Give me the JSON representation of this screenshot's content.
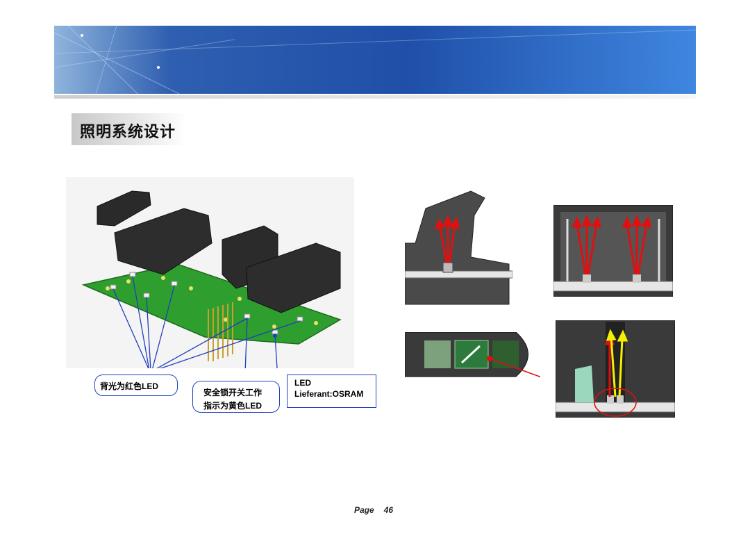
{
  "header": {
    "section_title": "照明系统设计"
  },
  "callouts": {
    "backlight": "背光为红色LED",
    "safety_line1": "安全锁开关工作",
    "safety_line2": "指示为黄色LED",
    "led_line1": "LED",
    "led_line2": "Lieferant:OSRAM"
  },
  "footer": {
    "page_label": "Page",
    "page_number": "46"
  },
  "colors": {
    "banner": "#1f4fa8",
    "pcb": "#2e9e2e",
    "arrow_red": "#e01010",
    "arrow_yellow": "#f5f000",
    "callout_border": "#1f3fbf"
  }
}
